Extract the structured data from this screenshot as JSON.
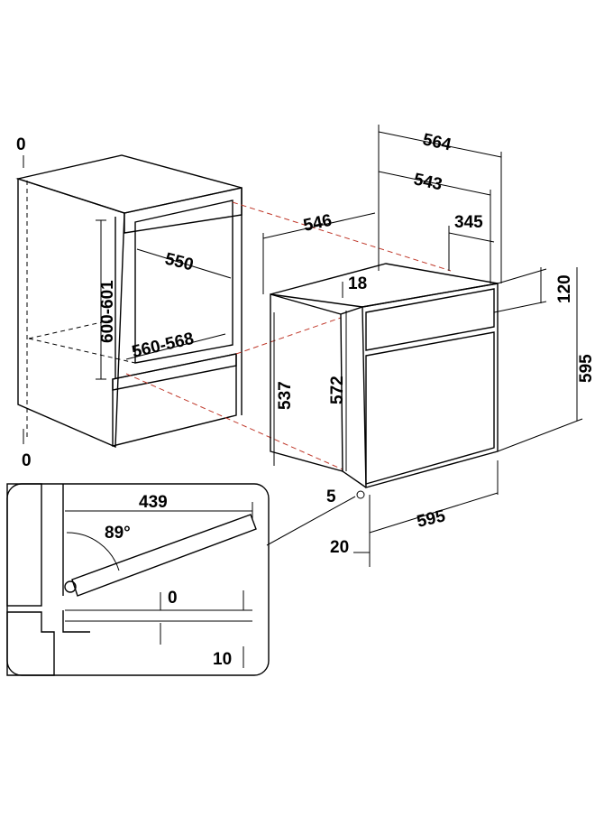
{
  "colors": {
    "cabinet_face": "#d9d9d9",
    "cabinet_top": "#e8e8e8",
    "cavity": "#c4c4c4",
    "oven_body": "#cfcfcf",
    "oven_front": "#ffffff",
    "guide_line": "#c0392b"
  },
  "labels": {
    "cab_top_zero": "0",
    "cab_bottom_zero": "0",
    "cab_height": "600-601",
    "cab_width": "550",
    "cab_depth": "560-568",
    "oven_total_depth": "564",
    "oven_depth_543": "543",
    "oven_depth_546": "546",
    "oven_depth_345": "345",
    "oven_top_offset": "18",
    "oven_panel_height": "120",
    "oven_total_height": "595",
    "oven_side_height": "537",
    "oven_front_height": "572",
    "oven_bottom_offset": "5",
    "oven_width": "595",
    "oven_front_offset": "20",
    "door_width": "439",
    "door_angle": "89°",
    "door_gap_zero": "0",
    "door_gap_ten": "10"
  }
}
